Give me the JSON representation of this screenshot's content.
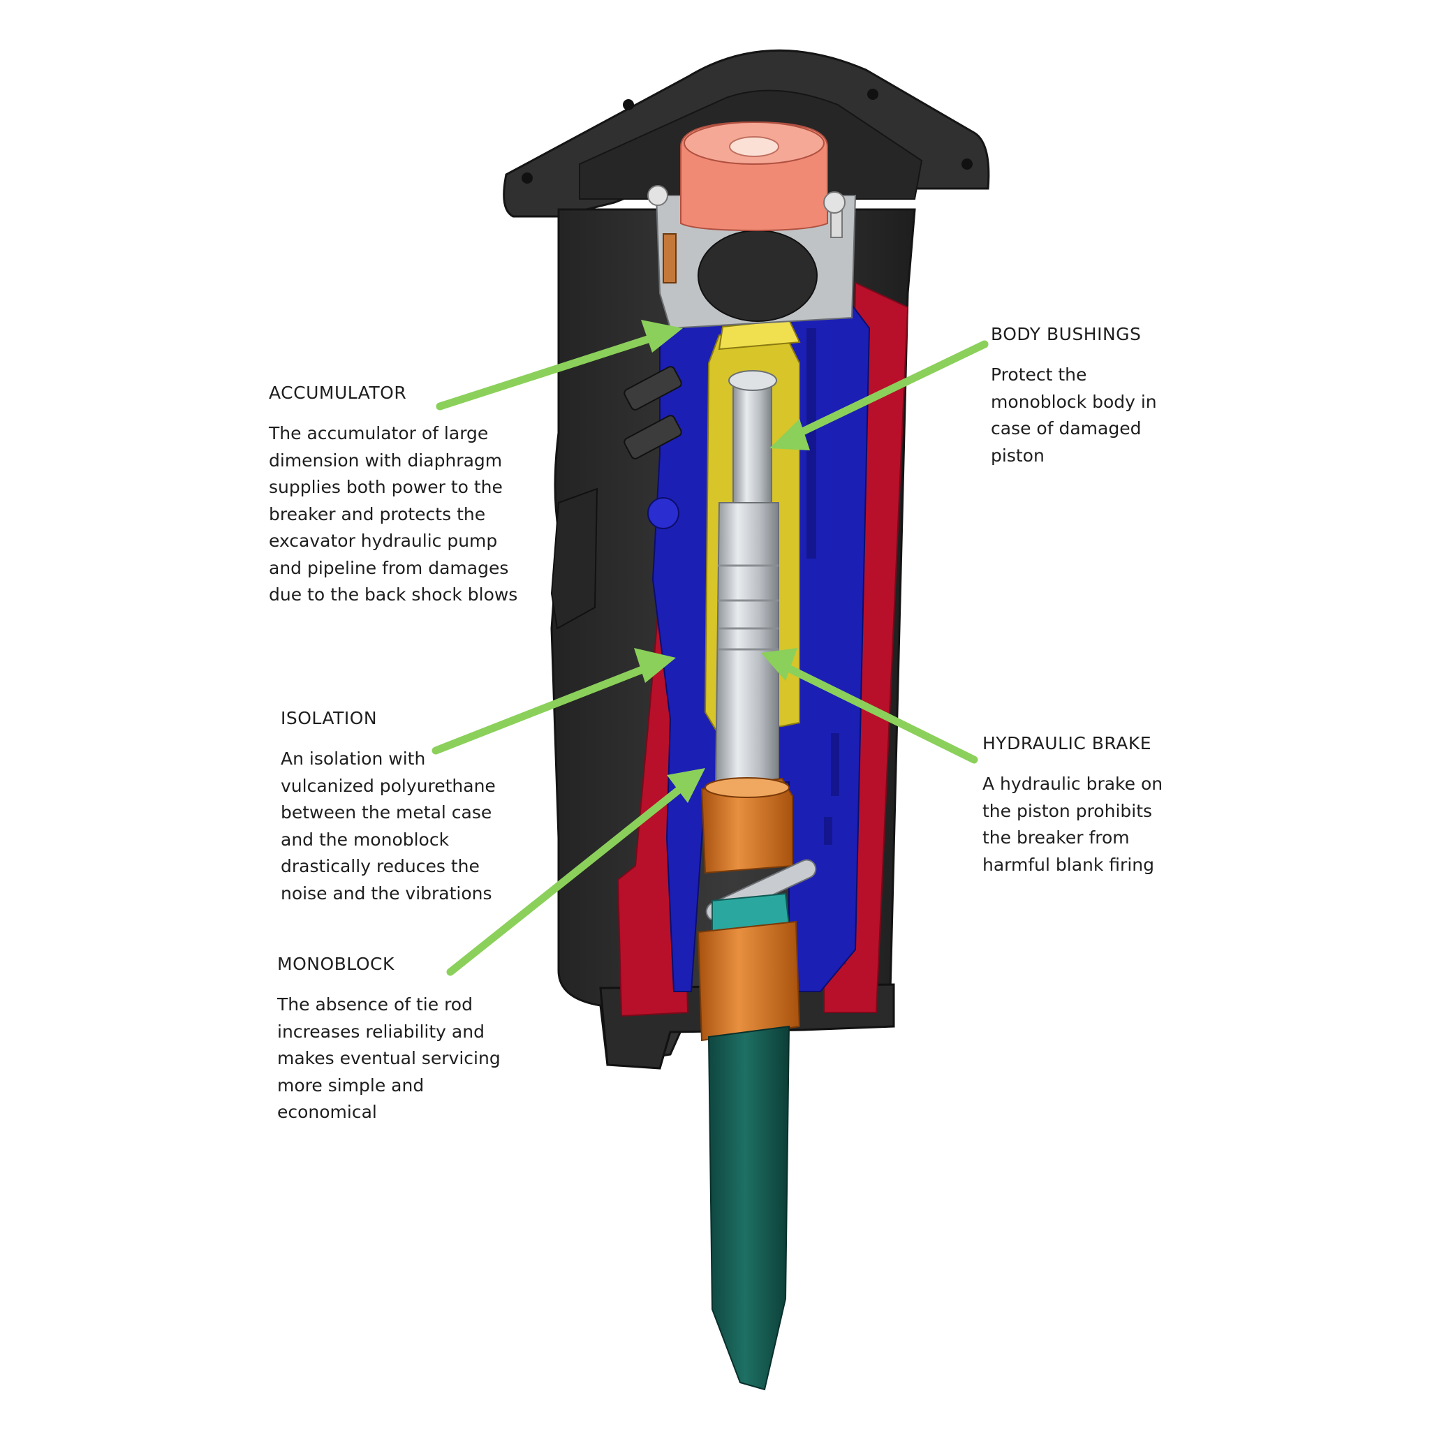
{
  "callouts": {
    "accumulator": {
      "title": "ACCUMULATOR",
      "description": "The accumulator of large dimension with diaphragm supplies both power to the breaker and protects the excavator hydraulic pump and pipeline from damages due to the back shock blows"
    },
    "isolation": {
      "title": "ISOLATION",
      "description": "An isolation with vulcanized polyurethane between the metal case and the monoblock drastically reduces the noise and the vibrations"
    },
    "monoblock": {
      "title": "MONOBLOCK",
      "description": "The absence of tie rod increases reliability and makes eventual servicing more simple and economical"
    },
    "body_bushings": {
      "title": "BODY BUSHINGS",
      "description": "Protect the monoblock body in case of damaged piston"
    },
    "hydraulic_brake": {
      "title": "HYDRAULIC BRAKE",
      "description": "A hydraulic brake on the piston prohibits the breaker from harmful blank firing"
    }
  },
  "colors": {
    "housing": "#2c2c2c",
    "monoblock": "#1c1fb4",
    "isolation": "#b8102a",
    "bushing": "#d7c52a",
    "piston": "#c4c8cc",
    "accumulator": "#f08a74",
    "collar": "#d8741f",
    "chisel": "#186058",
    "arrow": "#8bd05a"
  }
}
